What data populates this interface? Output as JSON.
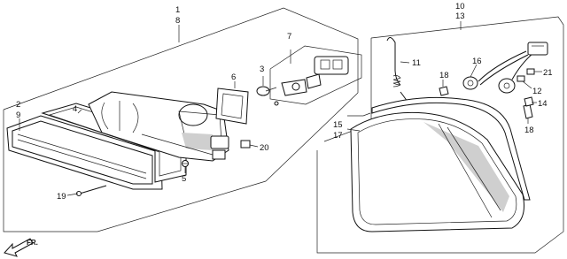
{
  "callouts": [
    {
      "id": "c1",
      "text": "1"
    },
    {
      "id": "c8",
      "text": "8"
    },
    {
      "id": "c2",
      "text": "2"
    },
    {
      "id": "c9",
      "text": "9"
    },
    {
      "id": "c4",
      "text": "4"
    },
    {
      "id": "c7",
      "text": "7"
    },
    {
      "id": "c3",
      "text": "3"
    },
    {
      "id": "c6",
      "text": "6"
    },
    {
      "id": "c5",
      "text": "5"
    },
    {
      "id": "c19",
      "text": "19"
    },
    {
      "id": "c20",
      "text": "20"
    },
    {
      "id": "c10",
      "text": "10"
    },
    {
      "id": "c13",
      "text": "13"
    },
    {
      "id": "c11",
      "text": "11"
    },
    {
      "id": "c18a",
      "text": "18"
    },
    {
      "id": "c16",
      "text": "16"
    },
    {
      "id": "c21",
      "text": "21"
    },
    {
      "id": "c12",
      "text": "12"
    },
    {
      "id": "c14",
      "text": "14"
    },
    {
      "id": "c18b",
      "text": "18"
    },
    {
      "id": "c15",
      "text": "15"
    },
    {
      "id": "c17",
      "text": "17"
    }
  ],
  "direction_label": "FR."
}
